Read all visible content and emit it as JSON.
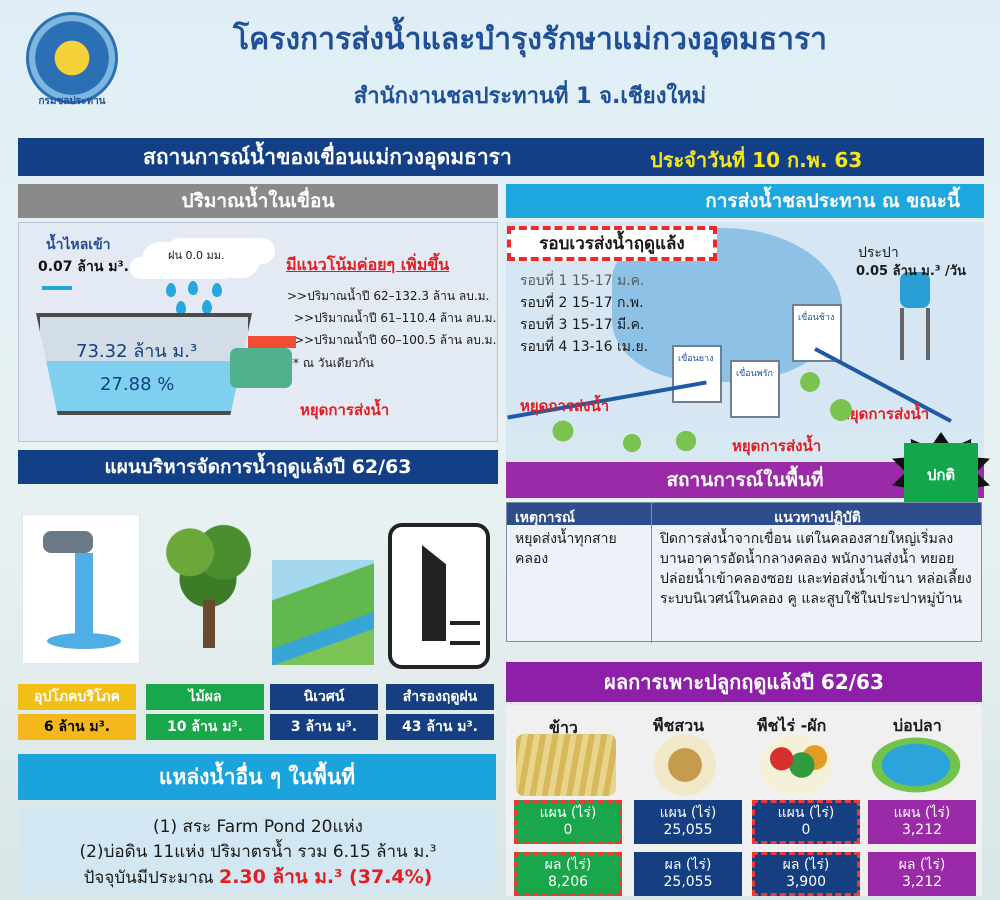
{
  "header": {
    "logo_text": "กรมชลประทาน",
    "title": "โครงการส่งน้ำและบำรุงรักษาแม่กวงอุดมธารา",
    "subtitle": "สำนักงานชลประทานที่ 1 จ.เชียงใหม่"
  },
  "status": {
    "main_title": "สถานการณ์น้ำของเขื่อนแม่กวงอุดมธารา",
    "date": "ประจำวันที่ 10 ก.พ. 63"
  },
  "reservoir": {
    "title": "ปริมาณน้ำในเขื่อน",
    "inflow_label": "น้ำไหลเข้า",
    "inflow_value": "0.07 ล้าน ม³.",
    "rain": "ฝน 0.0 มม.",
    "trend": "มีแนวโน้มค่อยๆ เพิ่มขึ้น",
    "comparisons": [
      ">>ปริมาณน้ำปี 62–132.3 ล้าน ลบ.ม.",
      ">>ปริมาณน้ำปี 61–110.4 ล้าน ลบ.ม.",
      ">>ปริมาณน้ำปี 60–100.5 ล้าน ลบ.ม.",
      "** ณ วันเดียวกัน"
    ],
    "volume": "73.32 ล้าน ม.³",
    "percent": "27.88 %",
    "stop_label": "หยุดการส่งน้ำ"
  },
  "plan": {
    "title": "แผนบริหารจัดการน้ำฤดูแล้งปี 62/63",
    "items": [
      {
        "label": "อุปโภคบริโภค",
        "value": "6 ล้าน ม³.",
        "label_color": "#f1bf16",
        "value_color": "#f5b81c"
      },
      {
        "label": "ไม้ผล",
        "value": "10 ล้าน ม³.",
        "label_color": "#1aa64b",
        "value_color": "#1aa64b"
      },
      {
        "label": "นิเวศน์",
        "value": "3 ล้าน ม³.",
        "label_color": "#153f80",
        "value_color": "#153f80"
      },
      {
        "label": "สำรองฤดูฝน",
        "value": "43 ล้าน ม³.",
        "label_color": "#153f80",
        "value_color": "#153f80"
      }
    ]
  },
  "delivery": {
    "title": "การส่งน้ำชลประทาน ณ ขณะนี้",
    "round_title": "รอบเวรส่งน้ำฤดูแล้ง",
    "rounds": [
      "รอบที่ 1 15-17 ม.ค.",
      "รอบที่ 2 15-17 ก.พ.",
      "รอบที่ 3 15-17 มี.ค.",
      "รอบที่ 4 13-16 เม.ย."
    ],
    "water_supply_label": "ประปา",
    "water_supply_value": "0.05 ล้าน ม.³ /วัน",
    "dams": [
      "เขื่อนยาง",
      "เขื่อนพรัก",
      "เขื่อนช้าง"
    ],
    "stop_left": "หยุดการส่งน้ำ",
    "stop_center": "หยุดการส่งน้ำ",
    "stop_right": "หยุดการส่งน้ำ"
  },
  "area": {
    "title": "สถานการณ์ในพื้นที่",
    "status_badge": "ปกติ",
    "headers": [
      "เหตุการณ์",
      "แนวทางปฏิบัติ"
    ],
    "event": "หยุดส่งน้ำทุกสายคลอง",
    "action": "ปิดการส่งน้ำจากเขื่อน แต่ในคลองสายใหญ่เริ่มลงบานอาคารอัดน้ำกลางคลอง พนักงานส่งน้ำ ทยอยปล่อยน้ำเข้าคลองซอย และท่อส่งน้ำเข้านา หล่อเลี้ยงระบบนิเวศน์ในคลอง คู และสูบใช้ในประปาหมู่บ้าน"
  },
  "crops": {
    "title": "ผลการเพาะปลูกฤดูแล้งปี 62/63",
    "items": [
      {
        "name": "ข้าว",
        "plan_label": "แผน (ไร่)",
        "plan": "0",
        "actual_label": "ผล (ไร่)",
        "actual": "8,206",
        "color": "#1aa64b",
        "box_color": "#ef3838"
      },
      {
        "name": "พืชสวน",
        "plan_label": "แผน (ไร่)",
        "plan": "25,055",
        "actual_label": "ผล (ไร่)",
        "actual": "25,055",
        "color": "#153f80",
        "box_color": "#153f80"
      },
      {
        "name": "พืชไร่ -ผัก",
        "plan_label": "แผน (ไร่)",
        "plan": "0",
        "actual_label": "ผล (ไร่)",
        "actual": "3,900",
        "color": "#153f80",
        "box_color": "#ef3838"
      },
      {
        "name": "บ่อปลา",
        "plan_label": "แผน (ไร่)",
        "plan": "3,212",
        "actual_label": "ผล (ไร่)",
        "actual": "3,212",
        "color": "#9a2aa8",
        "box_color": "#9a2aa8"
      }
    ]
  },
  "other_sources": {
    "title": "แหล่งน้ำอื่น ๆ ในพื้นที่",
    "line1": "(1) สระ Farm Pond 20แห่ง",
    "line2": "(2)บ่อดิน 11แห่ง ปริมาตรน้ำ รวม 6.15 ล้าน ม.³",
    "line3_prefix": "ปัจจุบันมีประมาณ",
    "line3_value": "2.30 ล้าน ม.³ (37.4%)"
  }
}
